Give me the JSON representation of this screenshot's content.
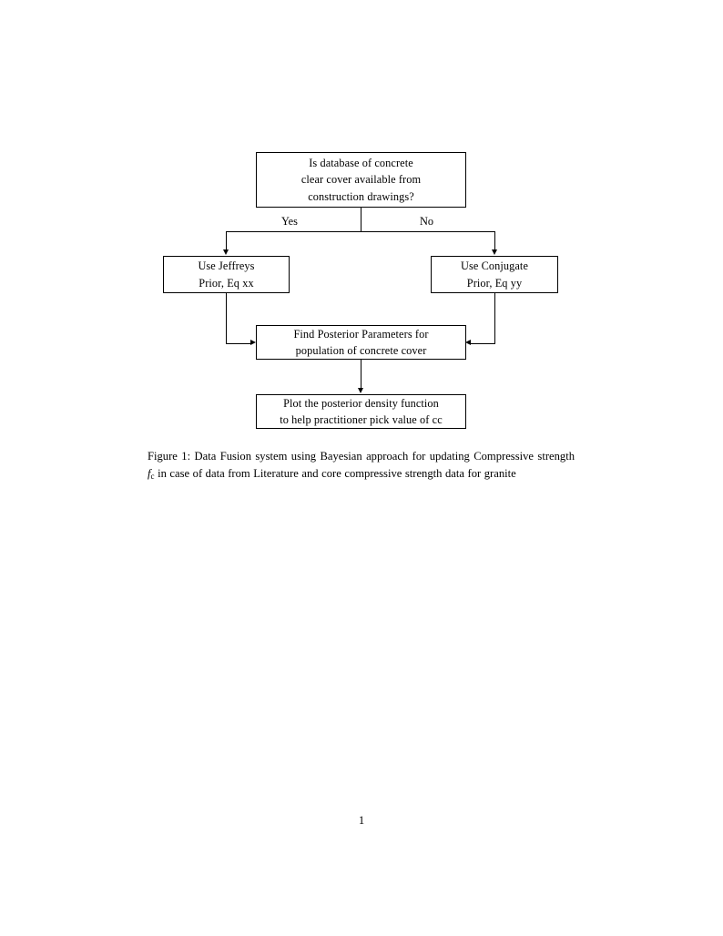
{
  "document": {
    "page_number": "1",
    "background_color": "#ffffff",
    "ink_color": "#000000"
  },
  "figure": {
    "type": "flowchart",
    "nodes": [
      {
        "id": "decision",
        "shape": "rectangle",
        "lines": [
          "Is database of concrete",
          "clear cover available from",
          "construction drawings?"
        ]
      },
      {
        "id": "jeffreys",
        "shape": "rectangle",
        "lines": [
          "Use Jeffreys",
          "Prior, Eq xx"
        ]
      },
      {
        "id": "conjugate",
        "shape": "rectangle",
        "lines": [
          "Use Conjugate",
          "Prior, Eq yy"
        ]
      },
      {
        "id": "posterior",
        "shape": "rectangle",
        "lines": [
          "Find Posterior Parameters for",
          "population of concrete cover"
        ]
      },
      {
        "id": "plot",
        "shape": "rectangle",
        "lines": [
          "Plot the posterior density function",
          "to help practitioner pick value of cc"
        ]
      }
    ],
    "edges": [
      {
        "from": "decision",
        "to": "jeffreys",
        "label": "Yes"
      },
      {
        "from": "decision",
        "to": "conjugate",
        "label": "No"
      },
      {
        "from": "jeffreys",
        "to": "posterior",
        "label": ""
      },
      {
        "from": "conjugate",
        "to": "posterior",
        "label": ""
      },
      {
        "from": "posterior",
        "to": "plot",
        "label": ""
      }
    ],
    "branch_labels": {
      "yes": "Yes",
      "no": "No"
    }
  },
  "caption": {
    "label": "Figure 1:",
    "text_before_math": " Data Fusion system using Bayesian approach for updating Compressive strength ",
    "math_symbol": "f",
    "math_subscript": "c",
    "text_after_math": " in case of data from Literature and core compressive strength data for granite",
    "full_text": "Figure 1: Data Fusion system using Bayesian approach for updating Compressive strength f_c in case of data from Literature and core compressive strength data for granite"
  }
}
